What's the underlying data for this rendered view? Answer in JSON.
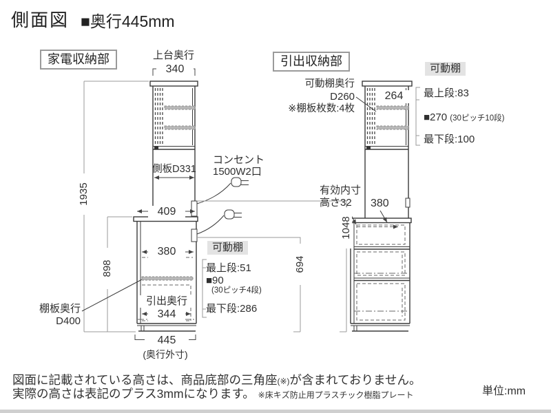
{
  "header": {
    "title": "側面図",
    "depth": "■奥行445mm"
  },
  "left": {
    "section_label": "家電収納部",
    "top_depth_label": "上台奥行",
    "dim_top_width": "340",
    "dim_total_height": "1935",
    "side_panel_label": "側板D331",
    "outlet_label_1": "コンセント",
    "outlet_label_2": "1500W2口",
    "dim_upper_depth": "409",
    "dim_lower_height": "898",
    "dim_outlet_upper": "1048",
    "dim_outlet_lower": "694",
    "dim_inner_width": "380",
    "shelf_label": "可動棚",
    "shelf_top": "最上段:51",
    "shelf_range": "■90",
    "shelf_range_note": "(30ピッチ4段)",
    "shelf_bottom": "最下段:286",
    "shelf_depth_label_1": "棚板奥行",
    "shelf_depth_label_2": "D400",
    "drawer_depth_label": "引出奥行",
    "dim_drawer_depth": "344",
    "dim_outer_depth": "445",
    "outer_depth_note": "(奥行外寸)"
  },
  "right": {
    "section_label": "引出収納部",
    "shelf_depth_label_1": "可動棚奥行",
    "shelf_depth_label_2": "D260",
    "shelf_count_note": "※棚板枚数:4枚",
    "dim_inner_width": "264",
    "shelf_label": "可動棚",
    "shelf_top": "最上段:83",
    "shelf_range": "■270",
    "shelf_range_note": "(30ピッチ10段)",
    "shelf_bottom": "最下段:100",
    "inner_label_1": "有効内寸",
    "inner_label_2": "高さ32",
    "dim_drawer_inner": "380"
  },
  "footer": {
    "note1_pre": "図面に記載されている高さは、商品底部の三角座",
    "note1_mark": "(※)",
    "note1_post": "が含まれておりません。",
    "note2": "実際の高さは表記のプラス3mmになります。",
    "note2_small": "※床キズ防止用プラスチック樹脂プレート",
    "unit": "単位:mm"
  }
}
